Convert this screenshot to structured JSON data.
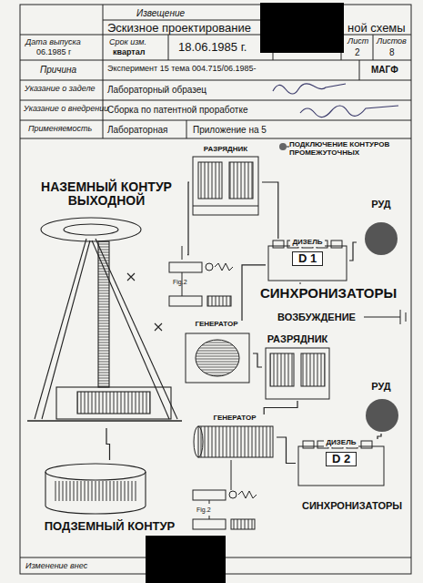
{
  "diagram": {
    "nodes": [
      {
        "text": [
          "НАЗЕМНЫЙ КОНТУР ВЫХОДНОЙ"
        ]
      },
      {
        "text": [
          "РАЗРЯДНИК"
        ]
      },
      {
        "text": [
          "РУД"
        ]
      },
      {
        "text": [
          "ДИЗЕЛЬ",
          "D 1"
        ]
      },
      {
        "text": [
          "ГЕНЕРАТОР"
        ]
      },
      {
        "text": [
          "РАЗРЯДНИК"
        ]
      },
      {
        "text": [
          "РУД"
        ]
      },
      {
        "text": [
          "ГЕНЕРАТОР"
        ]
      },
      {
        "text": [
          "ДИЗЕЛЬ",
          "D 2"
        ]
      },
      {
        "text": [
          "ПОДЗЕМНЫЙ КОНТУР"
        ]
      }
    ],
    "edges": [
      {
        "from": 0,
        "to": 1,
        "arrow": "none"
      },
      {
        "from": 1,
        "to": 3,
        "arrow": "none"
      },
      {
        "from": 2,
        "to": 3,
        "arrow": "none"
      },
      {
        "from": 3,
        "to": 4,
        "arrow": "none"
      },
      {
        "from": 4,
        "to": 5,
        "arrow": "none"
      },
      {
        "from": 5,
        "to": 7,
        "arrow": "none"
      },
      {
        "from": 7,
        "to": 8,
        "arrow": "none"
      },
      {
        "from": 6,
        "to": 8,
        "arrow": "none"
      },
      {
        "from": 0,
        "to": 9,
        "arrow": "none"
      }
    ],
    "labels": [
      "Извещение",
      "Эскизное проектирование",
      "ной схемы",
      "Дата выпуска",
      "06.1985 г",
      "Срок изм.",
      "квартал",
      "18.06.1985 г.",
      "Лист",
      "2",
      "Листов",
      "8",
      "Причина",
      "Эксперимент 15 тема 004.715/06.1985-",
      "МАГФ",
      "Указание о заделе",
      "Лабораторный образец",
      "Указание о внедрении",
      "Сборка по патентной проработке",
      "Применяемость",
      "Лабораторная",
      "Приложение на 5",
      "ПОДКЛЮЧЕНИЕ КОНТУРОВ ПРОМЕЖУТОЧНЫХ",
      "СИНХРОНИЗАТОРЫ",
      "ВОЗБУЖДЕНИЕ",
      "Fig.2",
      "Fig.2",
      "СИНХРОНИЗАТОРЫ",
      "Изменение внес"
    ]
  }
}
